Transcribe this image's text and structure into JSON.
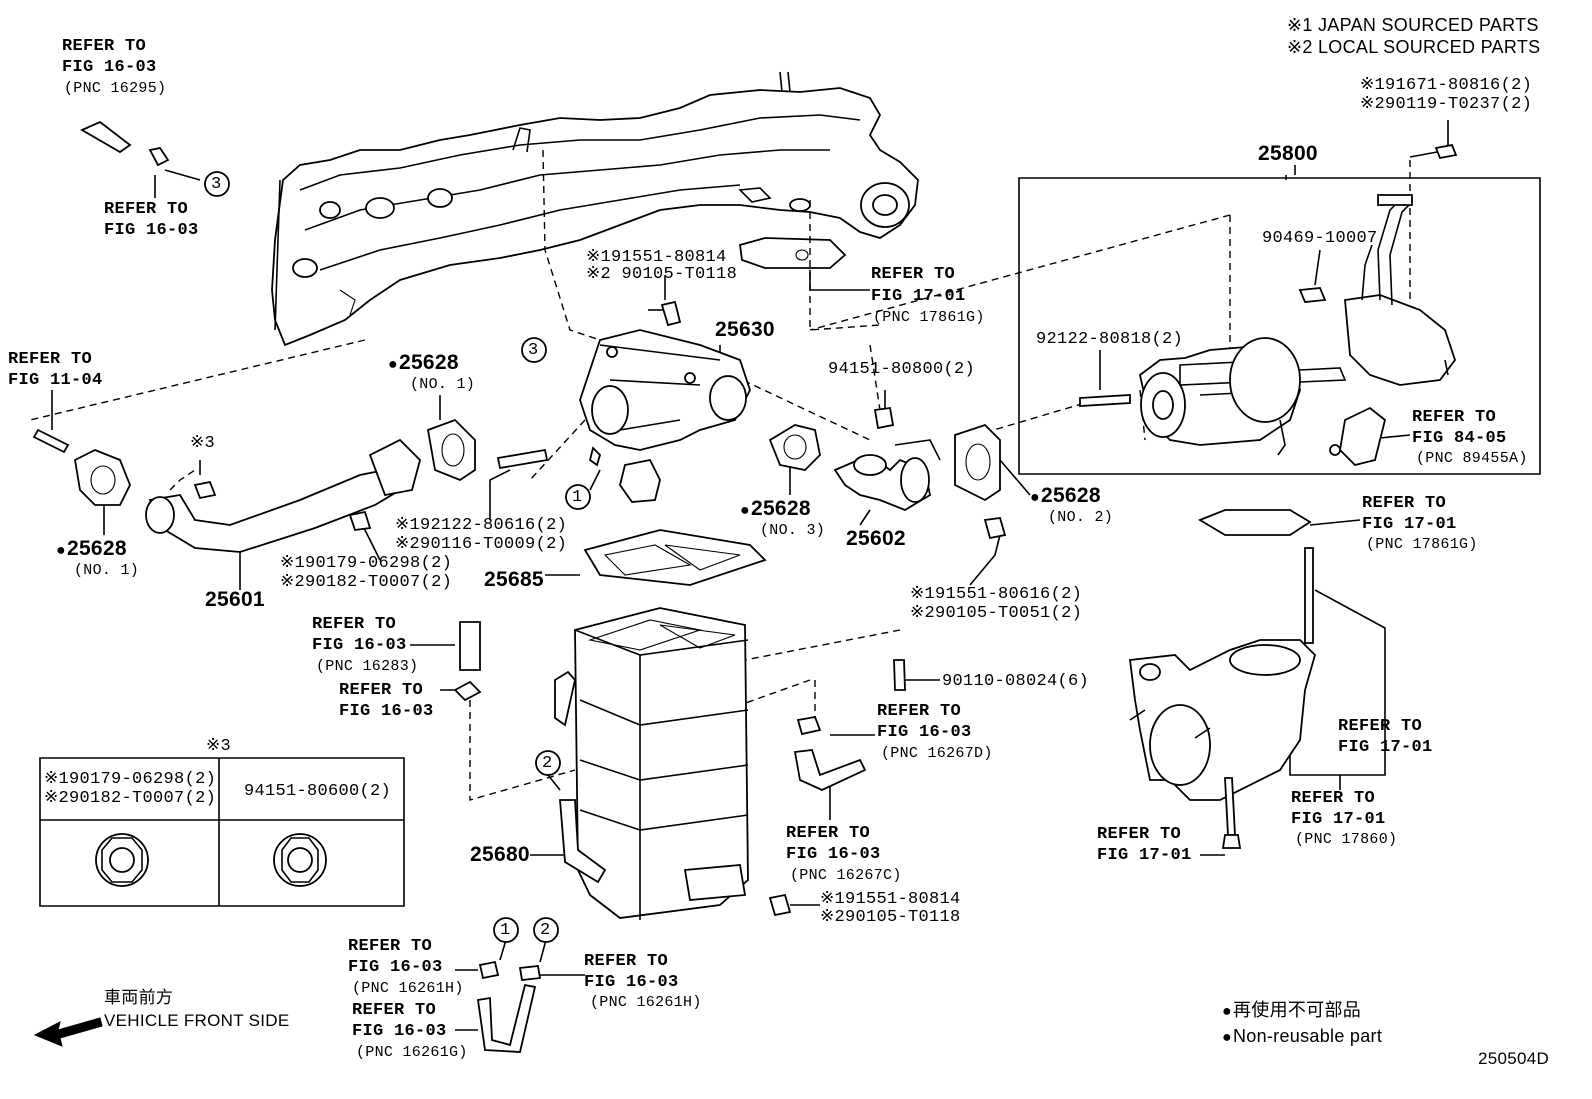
{
  "legend": {
    "japan": "※1 JAPAN SOURCED PARTS",
    "local": "※2 LOCAL SOURCED PARTS",
    "nonreuse_jp": "再使用不可部品",
    "nonreuse_en": "Non-reusable part"
  },
  "figure_code": "250504D",
  "front_side": {
    "jp": "車両前方",
    "en": "VEHICLE FRONT SIDE"
  },
  "callouts": {
    "refer_tl_1": "REFER TO",
    "refer_tl_2": "FIG 16-03",
    "refer_tl_3": "(PNC 16295)",
    "refer_tl2_1": "REFER TO",
    "refer_tl2_2": "FIG 16-03",
    "refer_1104_1": "REFER TO",
    "refer_1104_2": "FIG 11-04",
    "bolt_top_1": "※191551-80814",
    "bolt_top_2": "※2 90105-T0118",
    "refer_1701a_1": "REFER TO",
    "refer_1701a_2": "FIG 17-01",
    "refer_1701a_3": "(PNC 17861G)",
    "bolt_tr_1": "※191671-80816(2)",
    "bolt_tr_2": "※290119-T0237(2)",
    "p90469": "90469-10007",
    "p92122b": "92122-80818(2)",
    "refer_8405_1": "REFER TO",
    "refer_8405_2": "FIG 84-05",
    "refer_8405_3": "(PNC 89455A)",
    "p94151a": "94151-80800(2)",
    "note3": "※3",
    "stud_1": "※192122-80616(2)",
    "stud_2": "※290116-T0009(2)",
    "nut_1": "※190179-06298(2)",
    "nut_2": "※290182-T0007(2)",
    "bolt_mid_1": "※191551-80616(2)",
    "bolt_mid_2": "※290105-T0051(2)",
    "refer_1701b_1": "REFER TO",
    "refer_1701b_2": "FIG 17-01",
    "refer_1701b_3": "(PNC 17861G)",
    "refer_16283_1": "REFER TO",
    "refer_16283_2": "FIG 16-03",
    "refer_16283_3": "(PNC 16283)",
    "refer_clip_1": "REFER TO",
    "refer_clip_2": "FIG 16-03",
    "p90110": "90110-08024(6)",
    "refer_16267d_1": "REFER TO",
    "refer_16267d_2": "FIG 16-03",
    "refer_16267d_3": "(PNC 16267D)",
    "refer_1701c_1": "REFER TO",
    "refer_1701c_2": "FIG 17-01",
    "refer_17860_1": "REFER TO",
    "refer_17860_2": "FIG 17-01",
    "refer_17860_3": "(PNC 17860)",
    "refer_1701d_1": "REFER TO",
    "refer_1701d_2": "FIG 17-01",
    "refer_16267c_1": "REFER TO",
    "refer_16267c_2": "FIG 16-03",
    "refer_16267c_3": "(PNC 16267C)",
    "bolt_bot_1": "※191551-80814",
    "bolt_bot_2": "※290105-T0118",
    "refer_16261h_l_1": "REFER TO",
    "refer_16261h_l_2": "FIG 16-03",
    "refer_16261h_l_3": "(PNC 16261H)",
    "refer_16261h_r_1": "REFER TO",
    "refer_16261h_r_2": "FIG 16-03",
    "refer_16261h_r_3": "(PNC 16261H)",
    "refer_16261g_1": "REFER TO",
    "refer_16261g_2": "FIG 16-03",
    "refer_16261g_3": "(PNC 16261G)"
  },
  "parts": {
    "p25800": "25800",
    "p25630": "25630",
    "p25628": "25628",
    "no1": "(NO. 1)",
    "no2": "(NO. 2)",
    "no3": "(NO. 3)",
    "p25602": "25602",
    "p25601": "25601",
    "p25685": "25685",
    "p25680": "25680"
  },
  "circled": {
    "c1": "1",
    "c2": "2",
    "c3": "3"
  },
  "table": {
    "title": "※3",
    "left_1": "※190179-06298(2)",
    "left_2": "※290182-T0007(2)",
    "right": "94151-80600(2)"
  }
}
